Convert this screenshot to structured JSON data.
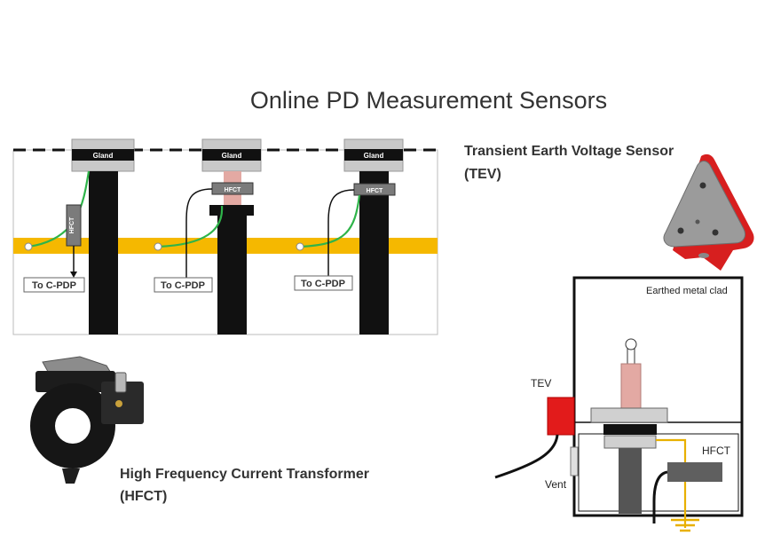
{
  "title": "Online PD Measurement Sensors",
  "schematic": {
    "gland_label": "Gland",
    "hfct_label": "HFCT",
    "to_cpdp_label": "To C-PDP"
  },
  "tev_sensor": {
    "caption_line1": "Transient Earth Voltage Sensor",
    "caption_line2": "(TEV)"
  },
  "hfct_sensor": {
    "caption_line1": "High Frequency Current Transformer",
    "caption_line2": "(HFCT)"
  },
  "switchgear": {
    "enclosure_label": "Earthed metal clad",
    "tev_label": "TEV",
    "vent_label": "Vent",
    "hfct_label": "HFCT"
  },
  "colors": {
    "busbar": "#f5b800",
    "earth_wire": "#2fb44a",
    "cable": "#111111",
    "gland": "#c9c9c9",
    "tev_red": "#e21b1b",
    "terminal_pink": "#e3a9a3",
    "earth_yellow": "#e8b000"
  }
}
